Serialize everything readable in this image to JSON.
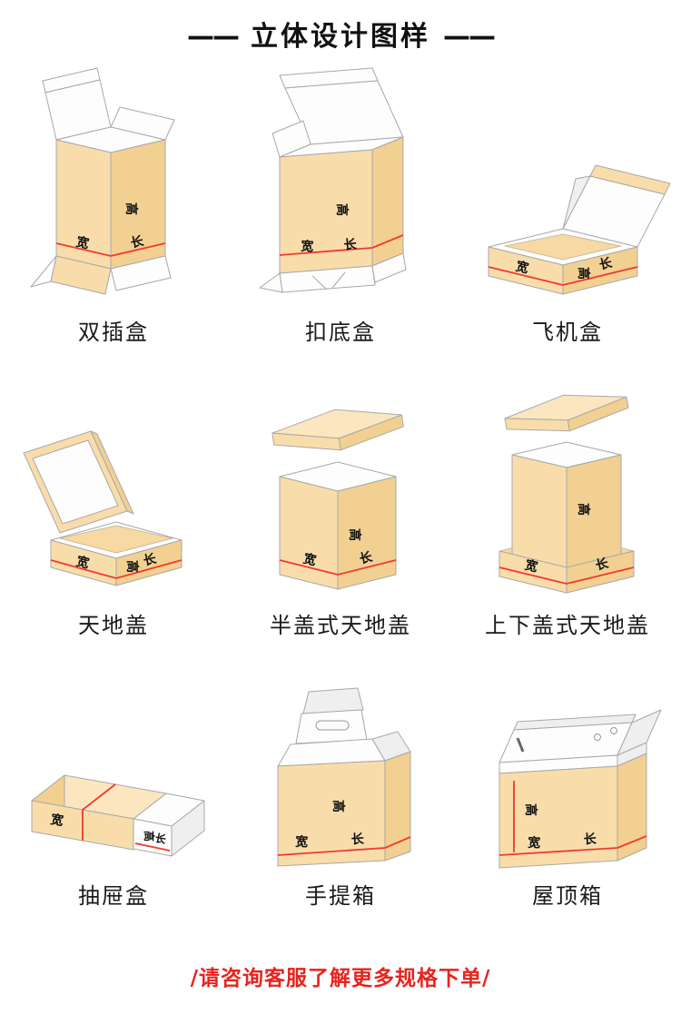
{
  "title": {
    "dash": "——",
    "text": "立体设计图样"
  },
  "dimension_labels": {
    "height": "高",
    "width": "宽",
    "length": "长"
  },
  "boxes": [
    {
      "label": "双插盒"
    },
    {
      "label": "扣底盒"
    },
    {
      "label": "飞机盒"
    },
    {
      "label": "天地盖"
    },
    {
      "label": "半盖式天地盖"
    },
    {
      "label": "上下盖式天地盖"
    },
    {
      "label": "抽屉盒"
    },
    {
      "label": "手提箱"
    },
    {
      "label": "屋顶箱"
    }
  ],
  "footer": {
    "note": "/请咨询客服了解更多规格下单/"
  },
  "colors": {
    "box_fill": "#f8ddab",
    "box_side": "#f1d092",
    "box_top": "#fbe6c0",
    "interior_white": "#fdfdfd",
    "outline_gray": "#a8a8a8",
    "dimension_line_red": "#f2392e",
    "footer_red": "#e8231d",
    "background": "#ffffff"
  }
}
